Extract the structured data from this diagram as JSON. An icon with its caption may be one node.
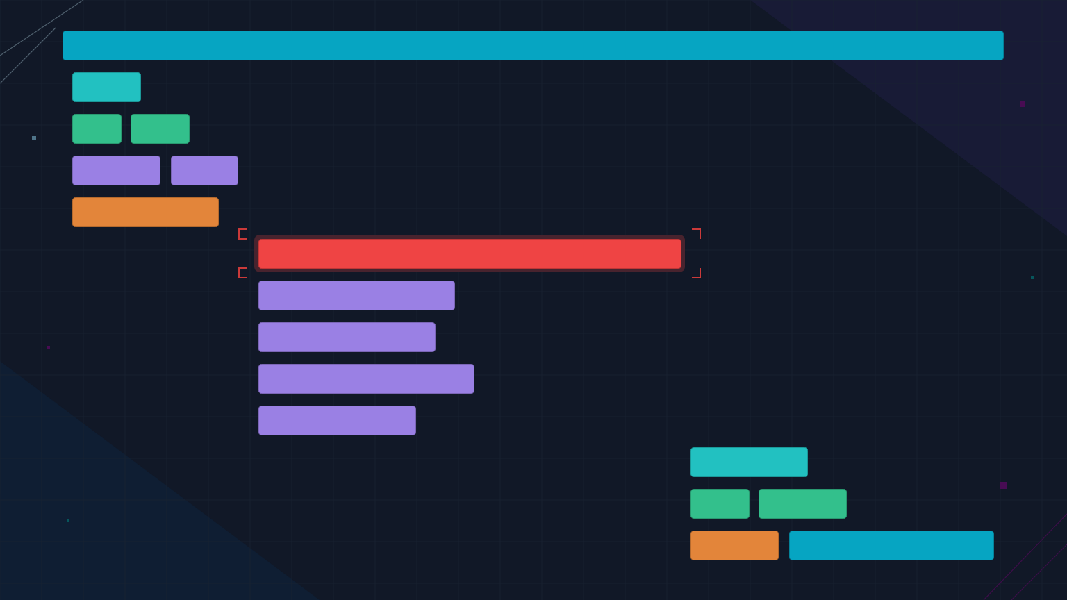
{
  "diagram": {
    "nodes": [
      {
        "text": [],
        "shape": "bar"
      },
      {
        "text": [],
        "shape": "bar"
      },
      {
        "text": [],
        "shape": "bar"
      },
      {
        "text": [],
        "shape": "bar"
      },
      {
        "text": [],
        "shape": "bar"
      },
      {
        "text": [],
        "shape": "bar"
      },
      {
        "text": [],
        "shape": "bar"
      },
      {
        "text": [],
        "shape": "bar"
      },
      {
        "text": [],
        "shape": "bar"
      },
      {
        "text": [],
        "shape": "bar"
      },
      {
        "text": [],
        "shape": "bar"
      },
      {
        "text": [],
        "shape": "bar"
      },
      {
        "text": [],
        "shape": "bar"
      },
      {
        "text": [],
        "shape": "bar"
      },
      {
        "text": [],
        "shape": "bar"
      },
      {
        "text": [],
        "shape": "bar"
      },
      {
        "text": [],
        "shape": "bar"
      }
    ]
  }
}
